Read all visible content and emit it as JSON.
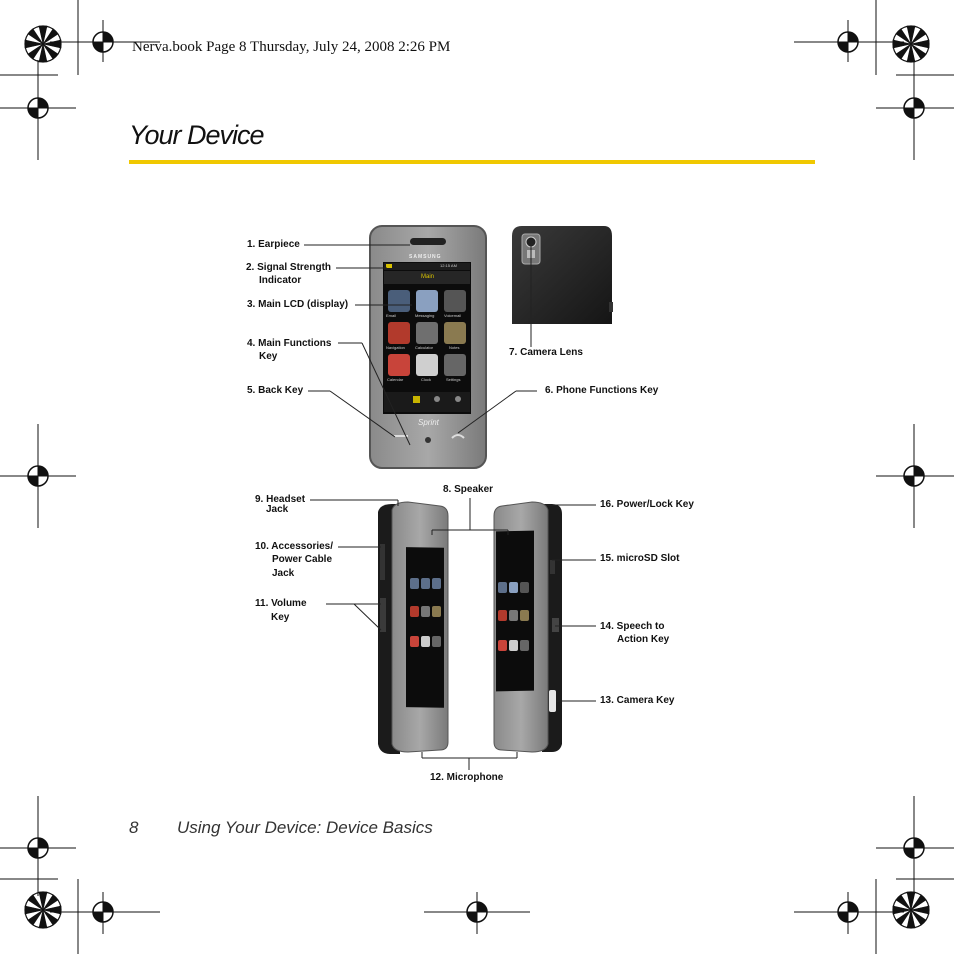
{
  "header": {
    "slug": "Nerva.book  Page 8  Thursday, July 24, 2008  2:26 PM"
  },
  "page": {
    "title": "Your Device",
    "accent_color": "#f0c800",
    "page_number": "8",
    "footer_title": "Using Your Device: Device Basics"
  },
  "phone": {
    "brand": "SAMSUNG",
    "carrier": "Sprint",
    "screen_title": "Main",
    "clock": "12:15 AM",
    "apps": [
      "Email",
      "Messaging",
      "Voicemail",
      "Navigation",
      "Calculator",
      "Notes",
      "Calendar",
      "Clock",
      "Settings"
    ]
  },
  "callouts": {
    "c1": "1. Earpiece",
    "c2a": "2. Signal Strength",
    "c2b": "Indicator",
    "c3": "3. Main LCD (display)",
    "c4a": "4. Main Functions",
    "c4b": "Key",
    "c5": "5. Back Key",
    "c6": "6. Phone Functions Key",
    "c7": "7. Camera Lens",
    "c8": "8. Speaker",
    "c9a": "9. Headset",
    "c9b": "Jack",
    "c10a": "10. Accessories/",
    "c10b": "Power Cable",
    "c10c": "Jack",
    "c11a": "11. Volume",
    "c11b": "Key",
    "c12": "12. Microphone",
    "c13": "13. Camera Key",
    "c14a": "14. Speech to",
    "c14b": "Action Key",
    "c15": "15. microSD Slot",
    "c16": "16. Power/Lock Key"
  }
}
